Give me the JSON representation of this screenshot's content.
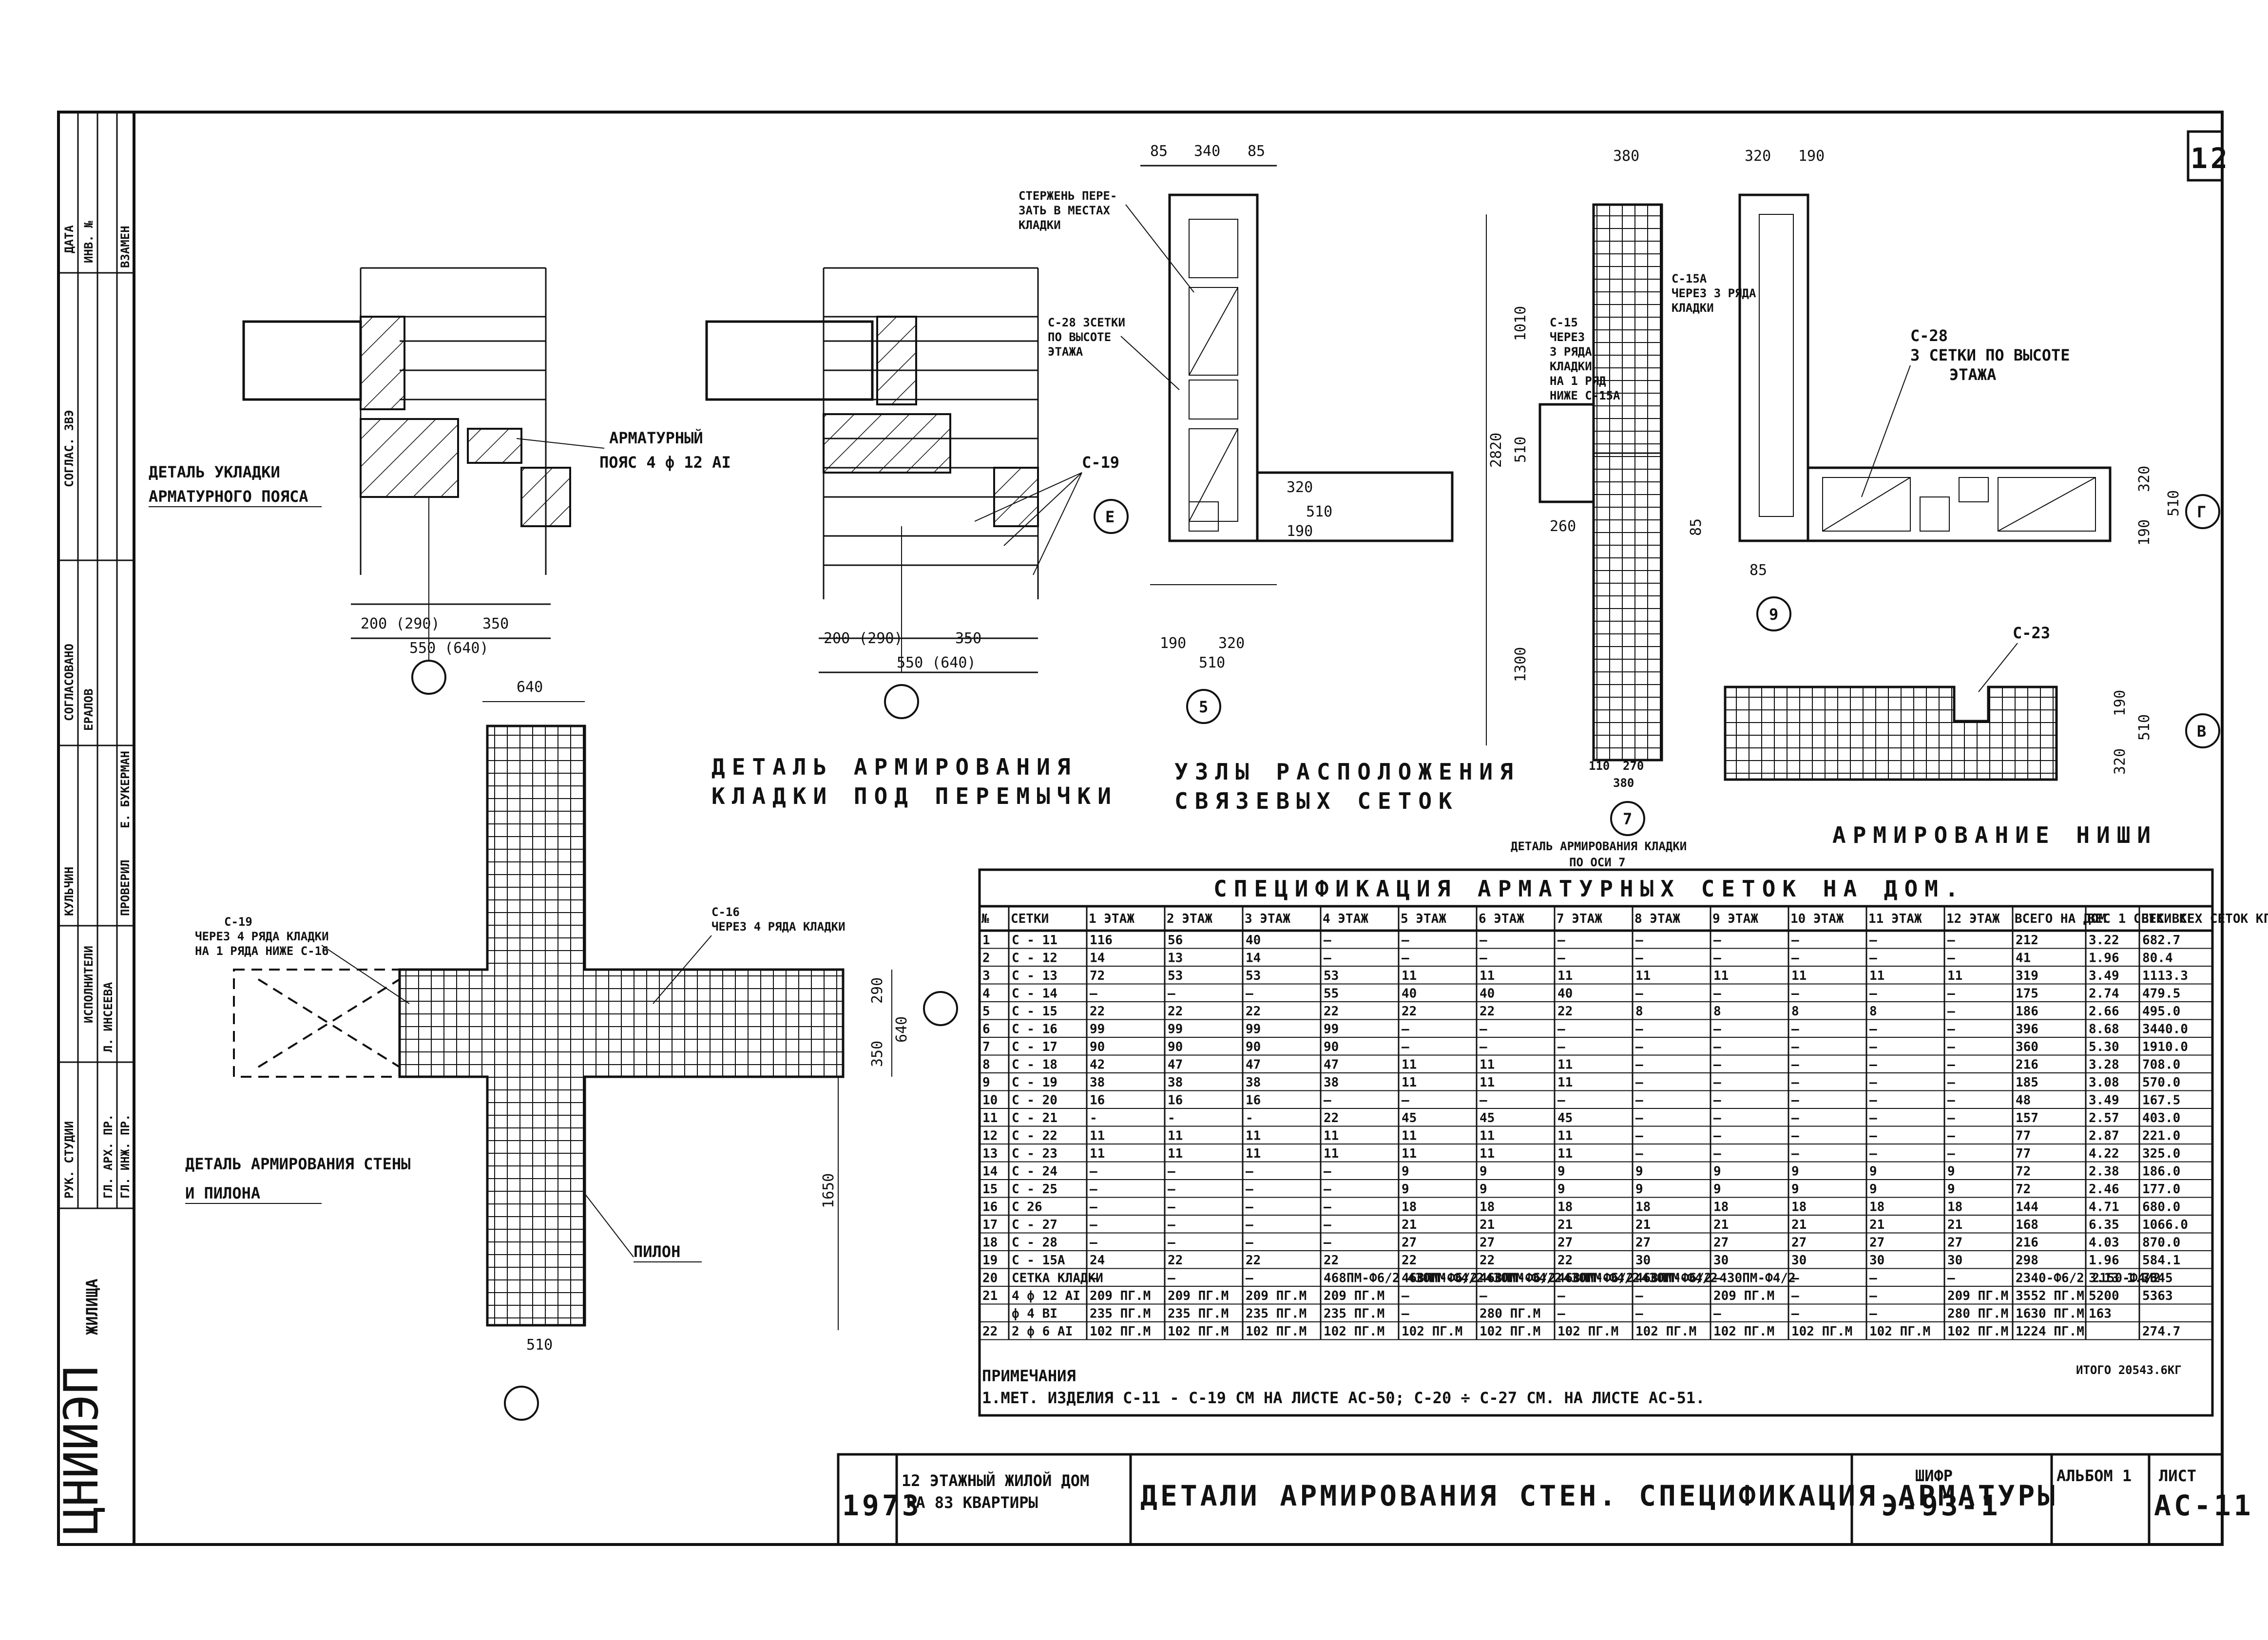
{
  "sheet_number": "12",
  "org_logo": "ЦНИИЭП",
  "org_logo_sub": "ЖИЛИЩА",
  "side_stamp": {
    "labels": [
      "ДАТА",
      "ИНВ. №",
      "ВЗАМЕН",
      "СОГЛАС. ЗВЭ",
      "СОГЛАСОВАНО",
      "РУК. СТУДИИ",
      "ГЛ. ИНЖ. ПР.",
      "ГЛ. АРХ. ПР.",
      "ИСПОЛНИТЕЛИ",
      "ПРОВЕРИЛ"
    ],
    "names": [
      "КУЛЬЧИН",
      "Л. ИНСЕЕВА",
      "Е. БУКЕРМАН",
      "ЕРАЛОВ"
    ]
  },
  "drawings": {
    "d1": {
      "title1": "ДЕТАЛЬ УКЛАДКИ",
      "title2": "АРМАТУРНОГО ПОЯСА",
      "callout1": "АРМАТУРНЫЙ",
      "callout2": "ПОЯС 4 ф 12 АI",
      "dim_a": "200 (290)",
      "dim_b": "350",
      "dim_total": "550 (640)"
    },
    "d2": {
      "title1": "ДЕТАЛЬ АРМИРОВАНИЯ",
      "title2": "КЛАДКИ ПОД ПЕРЕМЫЧКИ",
      "callout": "С-19",
      "dim_a": "200 (290)",
      "dim_b": "350",
      "dim_total": "550 (640)"
    },
    "d3": {
      "title1": "УЗЛЫ  РАСПОЛОЖЕНИЯ",
      "title2": "СВЯЗЕВЫХ  СЕТОК",
      "note1a": "СТЕРЖЕНЬ ПЕРЕ-",
      "note1b": "ЗАТЬ В МЕСТАХ",
      "note1c": "КЛАДКИ",
      "note2a": "С-28 3СЕТКИ",
      "note2b": "ПО ВЫСОТЕ",
      "note2c": "ЭТАЖА",
      "dim_top1": "85",
      "dim_top2": "340",
      "dim_top3": "85",
      "dim_r1": "320",
      "dim_r2": "510",
      "dim_r3": "190",
      "dim_b1": "190",
      "dim_b2": "320",
      "dim_b3": "510",
      "axis_e": "Е",
      "axis_5": "5"
    },
    "d4": {
      "title1": "ДЕТАЛЬ АРМИРОВАНИЯ КЛАДКИ",
      "title2": "ПО ОСИ 7",
      "note1a": "С-15А",
      "note1b": "ЧЕРЕЗ 3 РЯДА",
      "note1c": "КЛАДКИ",
      "note2a": "С-15",
      "note2b": "ЧЕРЕЗ",
      "note2c": "3 РЯДА",
      "note2d": "КЛАДКИ",
      "note2e": "НА 1 РЯД",
      "note2f": "НИЖЕ С-15А",
      "dim_top": "380",
      "dim_1010": "1010",
      "dim_510": "510",
      "dim_2820": "2820",
      "dim_1300": "1300",
      "dim_260": "260",
      "dim_85": "85",
      "dim_b1": "110",
      "dim_b2": "270",
      "dim_b3": "380",
      "axis_7": "7"
    },
    "d5": {
      "note1": "С-28",
      "note2": "3 СЕТКИ ПО ВЫСОТЕ",
      "note3": "ЭТАЖА",
      "dim_top1": "320",
      "dim_top2": "190",
      "dim_r1": "320",
      "dim_r2": "510",
      "dim_r3": "190",
      "dim_b": "85",
      "axis_g": "Г",
      "axis_9": "9"
    },
    "d6": {
      "title": "АРМИРОВАНИЕ НИШИ",
      "callout": "С-23",
      "dim1": "190",
      "dim2": "510",
      "dim3": "320",
      "axis_v": "В"
    },
    "d7": {
      "title1": "ДЕТАЛЬ АРМИРОВАНИЯ СТЕНЫ",
      "title2": "И ПИЛОНА",
      "note1a": "С-19",
      "note1b": "ЧЕРЕЗ 4 РЯДА КЛАДКИ",
      "note1c": "НА 1 РЯДА НИЖЕ С-16",
      "note2a": "С-16",
      "note2b": "ЧЕРЕЗ 4 РЯДА КЛАДКИ",
      "pylon": "ПИЛОН",
      "dim_top": "640",
      "dim_290": "290",
      "dim_350": "350",
      "dim_640": "640",
      "dim_1650": "1650",
      "dim_bottom": "510"
    }
  },
  "spec_table": {
    "title": "СПЕЦИФИКАЦИЯ  АРМАТУРНЫХ  СЕТОК  НА  ДОМ.",
    "headers": [
      "№",
      "СЕТКИ",
      "1 ЭТАЖ",
      "2 ЭТАЖ",
      "3 ЭТАЖ",
      "4 ЭТАЖ",
      "5 ЭТАЖ",
      "6 ЭТАЖ",
      "7 ЭТАЖ",
      "8 ЭТАЖ",
      "9 ЭТАЖ",
      "10 ЭТАЖ",
      "11 ЭТАЖ",
      "12 ЭТАЖ",
      "ВСЕГО НА ДОМ",
      "ВЕС 1 СЕТКИ КГ",
      "ВЕС ВСЕХ СЕТОК КГ"
    ],
    "rows": [
      [
        "1",
        "С - 11",
        "116",
        "56",
        "40",
        "—",
        "—",
        "—",
        "—",
        "—",
        "—",
        "—",
        "—",
        "—",
        "212",
        "3.22",
        "682.7"
      ],
      [
        "2",
        "С - 12",
        "14",
        "13",
        "14",
        "—",
        "—",
        "—",
        "—",
        "—",
        "—",
        "—",
        "—",
        "—",
        "41",
        "1.96",
        "80.4"
      ],
      [
        "3",
        "С - 13",
        "72",
        "53",
        "53",
        "53",
        "11",
        "11",
        "11",
        "11",
        "11",
        "11",
        "11",
        "11",
        "319",
        "3.49",
        "1113.3"
      ],
      [
        "4",
        "С - 14",
        "—",
        "—",
        "—",
        "55",
        "40",
        "40",
        "40",
        "—",
        "—",
        "—",
        "—",
        "—",
        "175",
        "2.74",
        "479.5"
      ],
      [
        "5",
        "С - 15",
        "22",
        "22",
        "22",
        "22",
        "22",
        "22",
        "22",
        "8",
        "8",
        "8",
        "8",
        "—",
        "186",
        "2.66",
        "495.0"
      ],
      [
        "6",
        "С - 16",
        "99",
        "99",
        "99",
        "99",
        "—",
        "—",
        "—",
        "—",
        "—",
        "—",
        "—",
        "—",
        "396",
        "8.68",
        "3440.0"
      ],
      [
        "7",
        "С - 17",
        "90",
        "90",
        "90",
        "90",
        "—",
        "—",
        "—",
        "—",
        "—",
        "—",
        "—",
        "—",
        "360",
        "5.30",
        "1910.0"
      ],
      [
        "8",
        "С - 18",
        "42",
        "47",
        "47",
        "47",
        "11",
        "11",
        "11",
        "—",
        "—",
        "—",
        "—",
        "—",
        "216",
        "3.28",
        "708.0"
      ],
      [
        "9",
        "С - 19",
        "38",
        "38",
        "38",
        "38",
        "11",
        "11",
        "11",
        "—",
        "—",
        "—",
        "—",
        "—",
        "185",
        "3.08",
        "570.0"
      ],
      [
        "10",
        "С - 20",
        "16",
        "16",
        "16",
        "—",
        "—",
        "—",
        "—",
        "—",
        "—",
        "—",
        "—",
        "—",
        "48",
        "3.49",
        "167.5"
      ],
      [
        "11",
        "С - 21",
        "-",
        "-",
        "-",
        "22",
        "45",
        "45",
        "45",
        "—",
        "—",
        "—",
        "—",
        "—",
        "157",
        "2.57",
        "403.0"
      ],
      [
        "12",
        "С - 22",
        "11",
        "11",
        "11",
        "11",
        "11",
        "11",
        "11",
        "—",
        "—",
        "—",
        "—",
        "—",
        "77",
        "2.87",
        "221.0"
      ],
      [
        "13",
        "С - 23",
        "11",
        "11",
        "11",
        "11",
        "11",
        "11",
        "11",
        "—",
        "—",
        "—",
        "—",
        "—",
        "77",
        "4.22",
        "325.0"
      ],
      [
        "14",
        "С - 24",
        "—",
        "—",
        "—",
        "—",
        "9",
        "9",
        "9",
        "9",
        "9",
        "9",
        "9",
        "9",
        "72",
        "2.38",
        "186.0"
      ],
      [
        "15",
        "С - 25",
        "—",
        "—",
        "—",
        "—",
        "9",
        "9",
        "9",
        "9",
        "9",
        "9",
        "9",
        "9",
        "72",
        "2.46",
        "177.0"
      ],
      [
        "16",
        "С 26",
        "—",
        "—",
        "—",
        "—",
        "18",
        "18",
        "18",
        "18",
        "18",
        "18",
        "18",
        "18",
        "144",
        "4.71",
        "680.0"
      ],
      [
        "17",
        "С - 27",
        "—",
        "—",
        "—",
        "—",
        "21",
        "21",
        "21",
        "21",
        "21",
        "21",
        "21",
        "21",
        "168",
        "6.35",
        "1066.0"
      ],
      [
        "18",
        "С - 28",
        "—",
        "—",
        "—",
        "—",
        "27",
        "27",
        "27",
        "27",
        "27",
        "27",
        "27",
        "27",
        "216",
        "4.03",
        "870.0"
      ],
      [
        "19",
        "С - 15А",
        "24",
        "22",
        "22",
        "22",
        "22",
        "22",
        "22",
        "30",
        "30",
        "30",
        "30",
        "30",
        "298",
        "1.96",
        "584.1"
      ],
      [
        "20",
        "СЕТКА КЛАДКИ",
        "—",
        "—",
        "—",
        "468ПМ-Ф6/2 430ПМ-Ф4/2",
        "468ПМ-Ф6/2 430ПМ-Ф4/2",
        "468ПМ-Ф6/2 430ПМ-Ф4/2",
        "468ПМ-Ф6/2 430ПМ-Ф4/2",
        "468ПМ-Ф6/2 430ПМ-Ф4/2",
        "—",
        "—",
        "—",
        "—",
        "2340-Ф6/2 2150-Ф4/2",
        "3.13 1.36",
        "7345"
      ],
      [
        "21",
        "4 ф 12 АI",
        "209 ПГ.М",
        "209 ПГ.М",
        "209 ПГ.М",
        "209 ПГ.М",
        "—",
        "—",
        "—",
        "—",
        "209 ПГ.М",
        "—",
        "—",
        "209 ПГ.М",
        "3552 ПГ.М",
        "5200",
        "5363"
      ],
      [
        "",
        "ф 4 ВI",
        "235 ПГ.М",
        "235 ПГ.М",
        "235 ПГ.М",
        "235 ПГ.М",
        "—",
        "280 ПГ.М",
        "—",
        "—",
        "—",
        "—",
        "—",
        "280 ПГ.М",
        "1630 ПГ.М",
        "163",
        ""
      ],
      [
        "22",
        "2 ф 6 АI",
        "102 ПГ.М",
        "102 ПГ.М",
        "102 ПГ.М",
        "102 ПГ.М",
        "102 ПГ.М",
        "102 ПГ.М",
        "102 ПГ.М",
        "102 ПГ.М",
        "102 ПГ.М",
        "102 ПГ.М",
        "102 ПГ.М",
        "102 ПГ.М",
        "1224 ПГ.М",
        "",
        "274.7"
      ]
    ],
    "notes_title": "ПРИМЕЧАНИЯ",
    "note1": "1.МЕТ. ИЗДЕЛИЯ   С-11 - С-19 СМ  НА ЛИСТЕ  АС-50;   С-20 ÷ С-27 СМ. НА ЛИСТЕ  АС-51.",
    "total": "ИТОГО 20543.6КГ"
  },
  "title_block": {
    "year": "1973",
    "project1": "12 ЭТАЖНЫЙ ЖИЛОЙ ДОМ",
    "project2": "НА 83 КВАРТИРЫ",
    "title": "ДЕТАЛИ АРМИРОВАНИЯ СТЕН. СПЕЦИФИКАЦИЯ АРМАТУРЫ",
    "cipher_label": "ШИФР",
    "cipher": "Э-93-1",
    "album": "АЛЬБОМ 1",
    "sheet_label": "ЛИСТ",
    "sheet": "АС-11"
  }
}
